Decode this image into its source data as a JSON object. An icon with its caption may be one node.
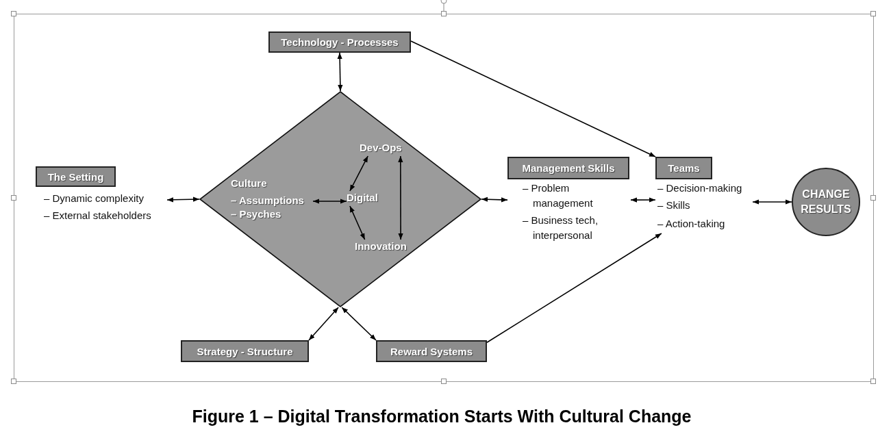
{
  "diagram": {
    "caption": "Figure 1 – Digital Transformation Starts With Cultural Change",
    "nodes": [
      {
        "text": [
          "Technology - Processes"
        ]
      },
      {
        "text": [
          "The Setting"
        ],
        "beside": [
          "– Dynamic complexity",
          "– External stakeholders"
        ]
      },
      {
        "text": [],
        "shape": "diamond"
      },
      {
        "text": [
          "Dev-Ops"
        ],
        "in": 2
      },
      {
        "text": [
          "Culture",
          "– Assumptions",
          "– Psyches"
        ],
        "in": 2
      },
      {
        "text": [
          "Digital"
        ],
        "in": 2
      },
      {
        "text": [
          "Innovation"
        ],
        "in": 2
      },
      {
        "text": [
          "Management Skills"
        ],
        "beside": [
          "– Problem management",
          "– Business tech, interpersonal"
        ]
      },
      {
        "text": [
          "Teams"
        ],
        "beside": [
          "– Decision-making",
          "– Skills",
          "– Action-taking"
        ]
      },
      {
        "text": [
          "CHANGE RESULTS"
        ]
      },
      {
        "text": [
          "Strategy - Structure"
        ]
      },
      {
        "text": [
          "Reward Systems"
        ]
      }
    ],
    "edges": [
      {
        "from": 0,
        "to": 8,
        "arrow": "to"
      },
      {
        "from": 0,
        "to": 2,
        "arrow": "both"
      },
      {
        "from": 1,
        "to": 2,
        "arrow": "both"
      },
      {
        "from": 4,
        "to": 5,
        "arrow": "both"
      },
      {
        "from": 5,
        "to": 3,
        "arrow": "both"
      },
      {
        "from": 5,
        "to": 6,
        "arrow": "both"
      },
      {
        "from": 3,
        "to": 6,
        "arrow": "both"
      },
      {
        "from": 2,
        "to": 7,
        "arrow": "both"
      },
      {
        "from": 7,
        "to": 8,
        "arrow": "both"
      },
      {
        "from": 8,
        "to": 9,
        "arrow": "both"
      },
      {
        "from": 2,
        "to": 10,
        "arrow": "both"
      },
      {
        "from": 2,
        "to": 11,
        "arrow": "both"
      },
      {
        "from": 11,
        "to": 8,
        "arrow": "to"
      }
    ]
  }
}
